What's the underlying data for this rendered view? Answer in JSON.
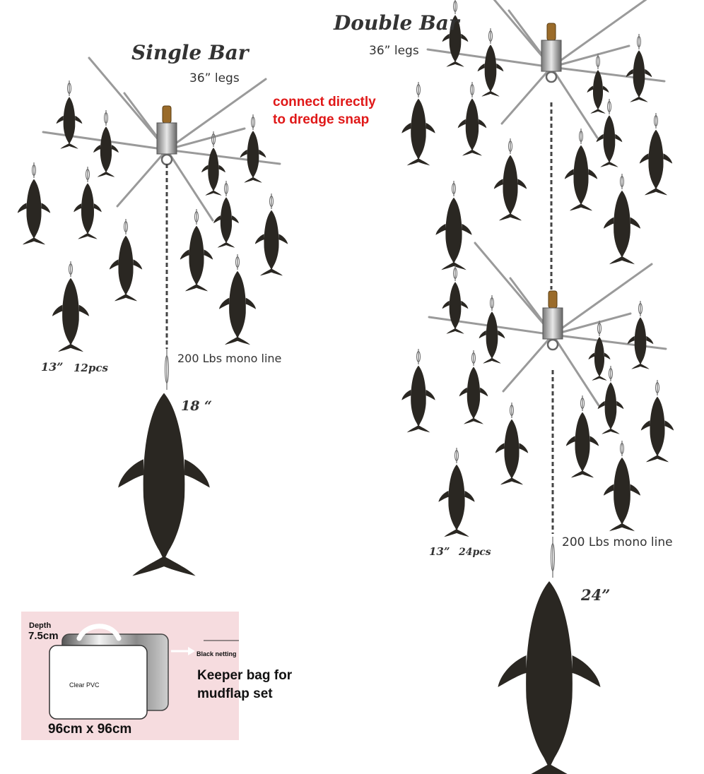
{
  "single_bar": {
    "title": "Single Bar",
    "legs": "36” legs",
    "teaser_size": "13”",
    "teaser_count": "12pcs",
    "line_label": "200 Lbs mono line",
    "chaser_size": "18 “"
  },
  "double_bar": {
    "title": "Double Bar",
    "legs": "36” legs",
    "teaser_size": "13”",
    "teaser_count": "24pcs",
    "line_label": "200 Lbs mono line",
    "chaser_size": "24”"
  },
  "callout": {
    "line1": "connect directly",
    "line2": "to dredge snap",
    "color": "#e01818"
  },
  "keeper_bag": {
    "depth_label": "Depth",
    "depth_value": "7.5cm",
    "netting_label": "Black netting",
    "pvc_label": "Clear PVC",
    "size_label": "96cm x 96cm",
    "caption_line1": "Keeper bag for",
    "caption_line2": "mudflap set",
    "background_color": "#f6dcdf"
  },
  "colors": {
    "fish": "#2a2722",
    "swivel": "#9a6b2a",
    "wire": "#9a9a9a"
  }
}
